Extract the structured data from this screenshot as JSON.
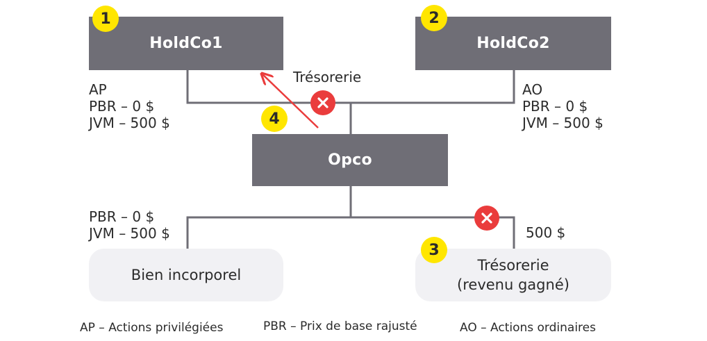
{
  "entities": {
    "holdco1": "HoldCo1",
    "holdco2": "HoldCo2",
    "opco": "Opco",
    "intangible": "Bien incorporel",
    "cash_line1": "Trésorerie",
    "cash_line2": "(revenu gagné)"
  },
  "badges": {
    "b1": "1",
    "b2": "2",
    "b3": "3",
    "b4": "4"
  },
  "labels": {
    "tresorerie": "Trésorerie",
    "holdco1_shares": {
      "type": "AP",
      "acb": "PBR – 0 $",
      "fmv": "JVM – 500 $"
    },
    "holdco2_shares": {
      "type": "AO",
      "acb": "PBR – 0 $",
      "fmv": "JVM – 500 $"
    },
    "intangible_values": {
      "acb": "PBR – 0 $",
      "fmv": "JVM – 500 $"
    },
    "cash_amount": "500 $"
  },
  "legend": {
    "ap": "AP – Actions privilégiées",
    "pbr": "PBR – Prix de base rajusté",
    "ao": "AO – Actions ordinaires"
  },
  "colors": {
    "box": "#6f6e76",
    "pill": "#f1f1f4",
    "badge": "#ffe600",
    "cross": "#ea3c3c",
    "arrow": "#ea3c3c",
    "line": "#6f6e76"
  },
  "icons": [
    "close-icon",
    "arrow-icon"
  ]
}
